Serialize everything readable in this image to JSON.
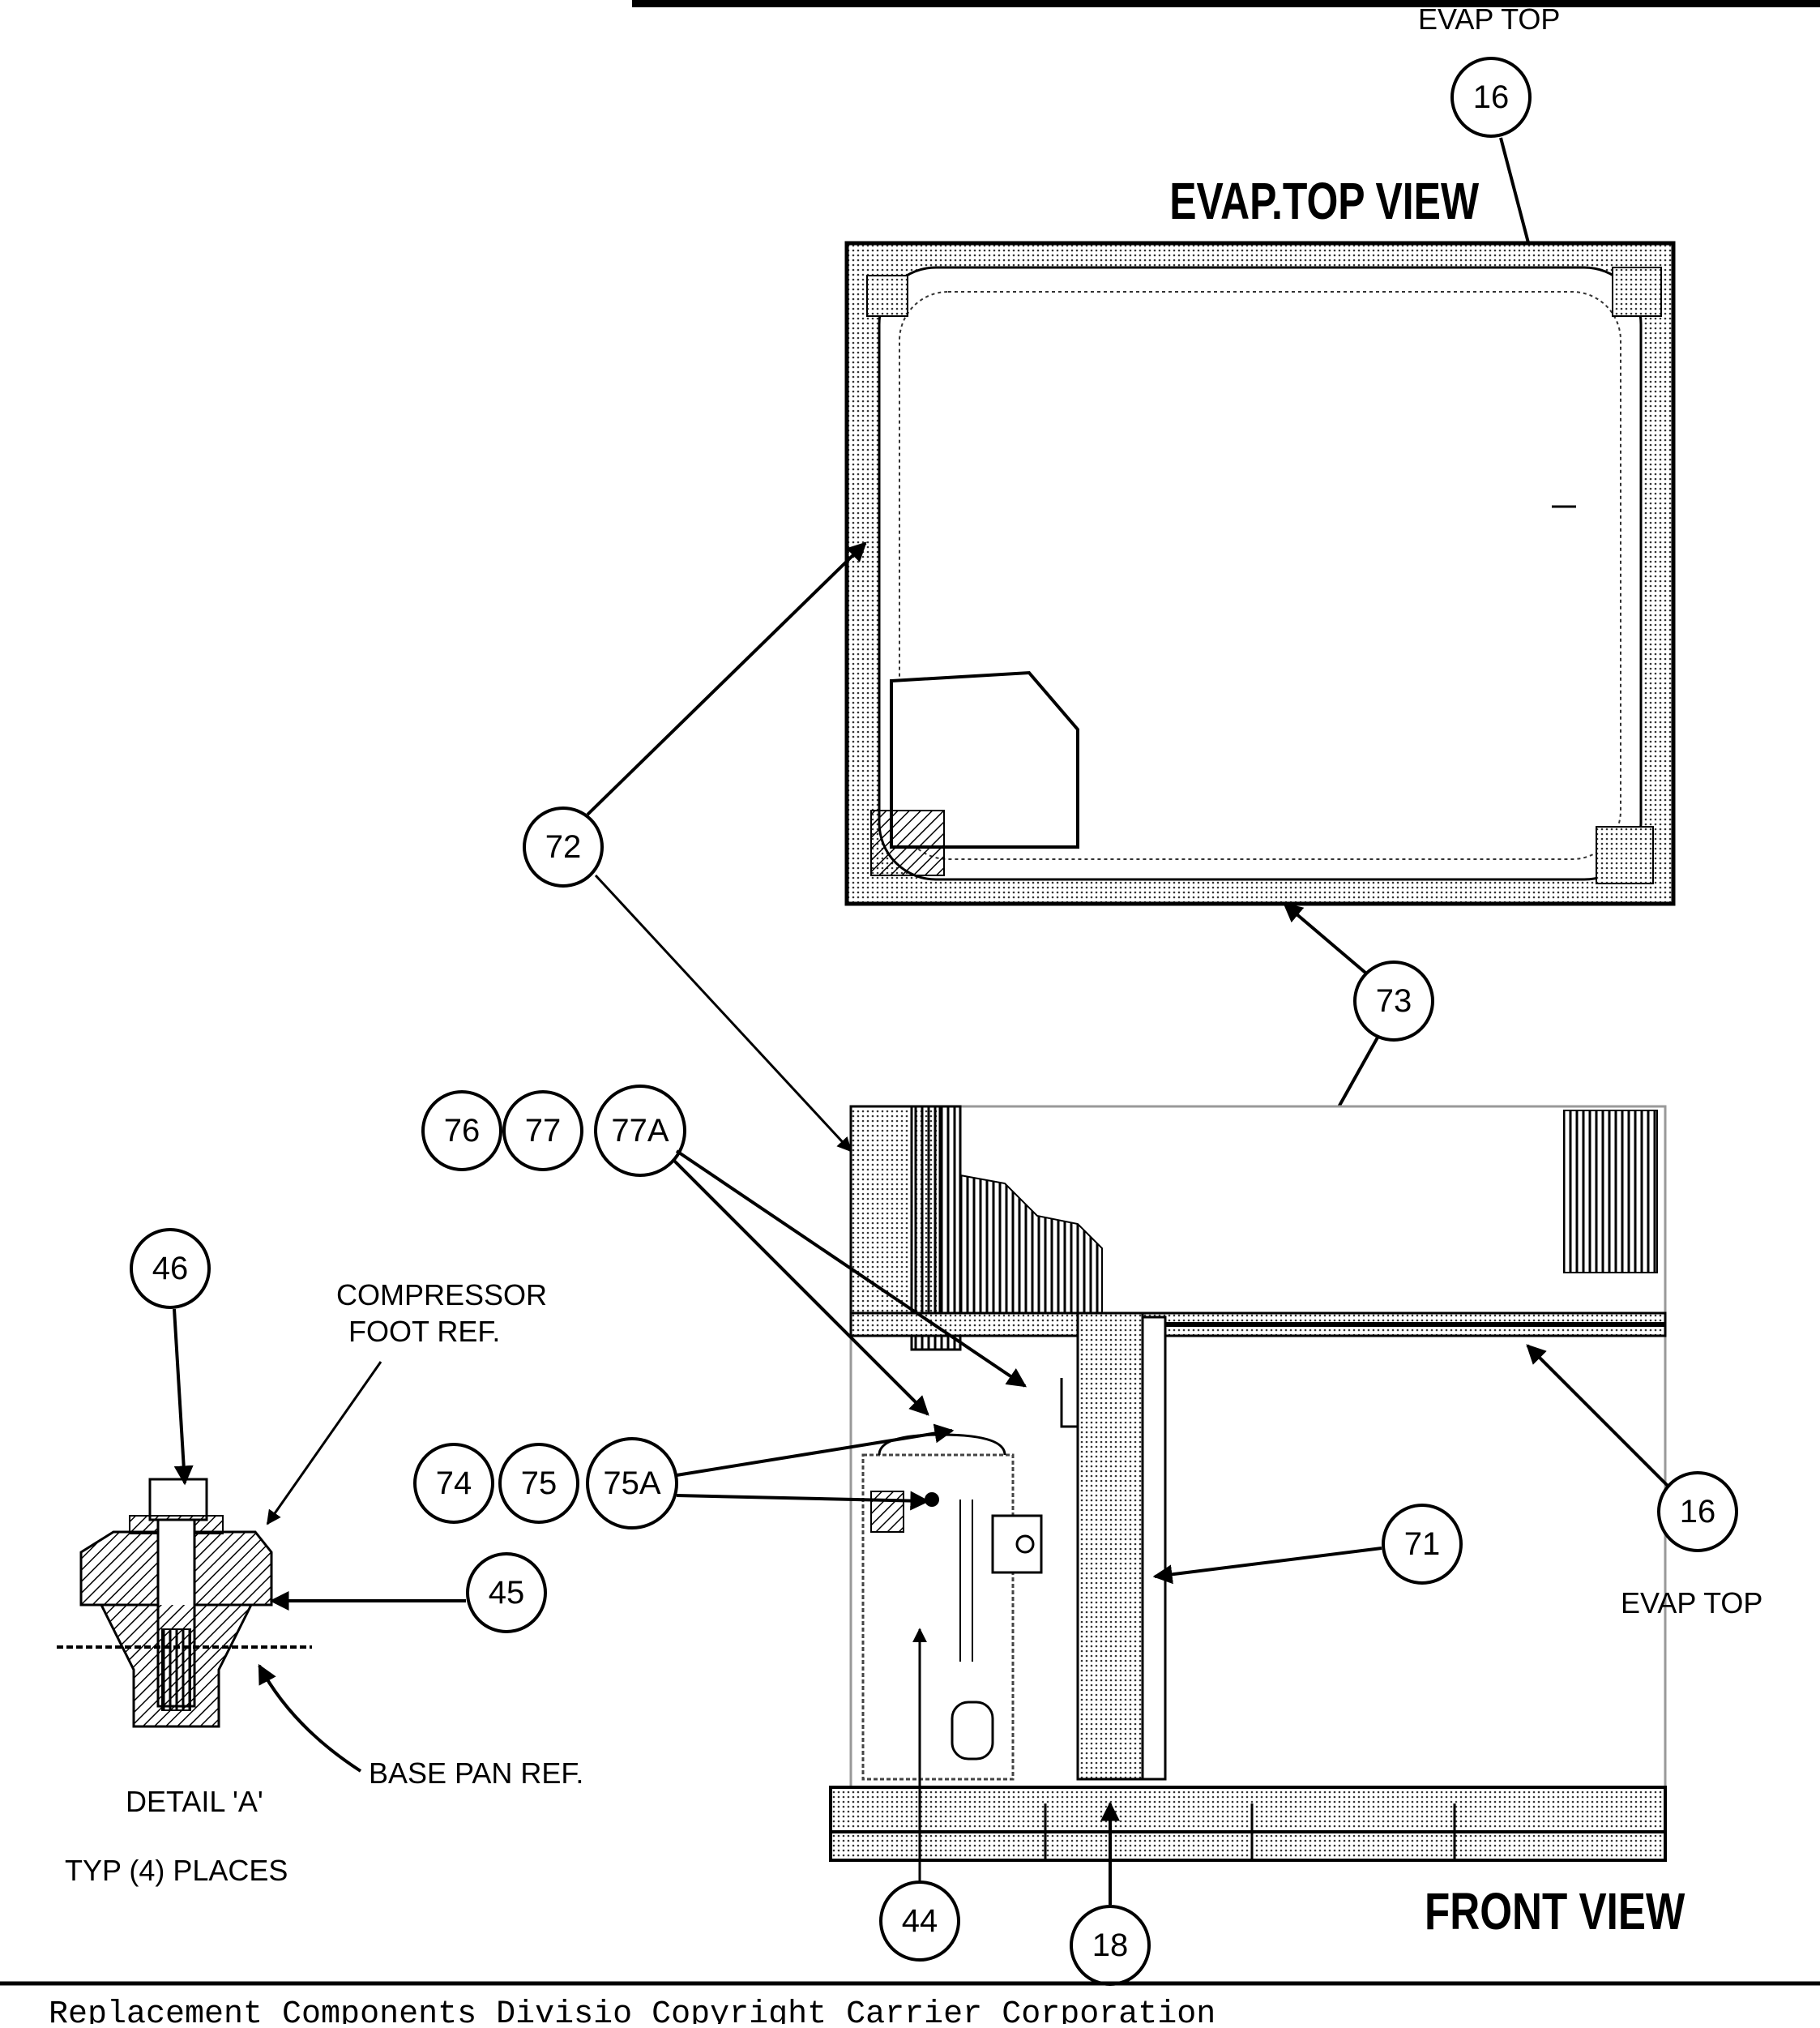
{
  "header": {
    "label_evap_top": "EVAP TOP"
  },
  "views": {
    "top_view_title": "EVAP.TOP VIEW",
    "front_view_title": "FRONT VIEW"
  },
  "notes": {
    "compressor_foot_line1": "COMPRESSOR",
    "compressor_foot_line2": "FOOT REF.",
    "base_pan_ref": "BASE PAN REF.",
    "evap_top": "EVAP TOP",
    "detail_a": "DETAIL 'A'",
    "typ_places": "TYP (4) PLACES"
  },
  "callouts": {
    "c16_top": "16",
    "c16_right": "16",
    "c72": "72",
    "c73": "73",
    "c76": "76",
    "c77": "77",
    "c77a": "77A",
    "c46": "46",
    "c74": "74",
    "c75": "75",
    "c75a": "75A",
    "c45": "45",
    "c71": "71",
    "c44": "44",
    "c18": "18"
  },
  "footer": {
    "text": "Replacement Components Divisio    Copyright Carrier Corporation"
  }
}
